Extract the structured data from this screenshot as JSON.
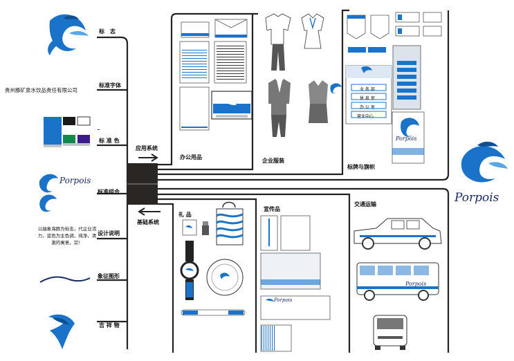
{
  "company_name": "贵州豚矿泉水饮品责任有限公司",
  "brand_name": "Porpois",
  "left_labels": {
    "logo": "标　志",
    "standard_font": "标准字体",
    "standard_color": "标 准 色",
    "standard_combo": "标准组合",
    "design_note": "设计说明",
    "symbol": "象征图形",
    "mascot": "吉 祥 物"
  },
  "hub": {
    "application_system": "应用系统",
    "basic_system": "基础系统"
  },
  "sections": {
    "office": "办公用品",
    "uniform": "企业服装",
    "signage": "标牌与旗帜",
    "gifts": "礼 品",
    "promo": "宣传品",
    "transport": "交通运输"
  },
  "design_description": "以抽象海豚为标志，代企业活力，蓝色为主色调，纯净，清澈的寓意，宗！",
  "signage_texts": {
    "dept1": "业 务 部",
    "dept2": "休 息 室",
    "dept3": "办 公 室",
    "dept4": "营业中心"
  },
  "colors": {
    "brand_blue": "#1a73c9",
    "dark_blue": "#1b2a66",
    "black": "#1a1a1a",
    "green": "#0f8a4a",
    "purple": "#3b1a8a",
    "gray": "#bfc4c8",
    "hub": "#2a2623"
  }
}
